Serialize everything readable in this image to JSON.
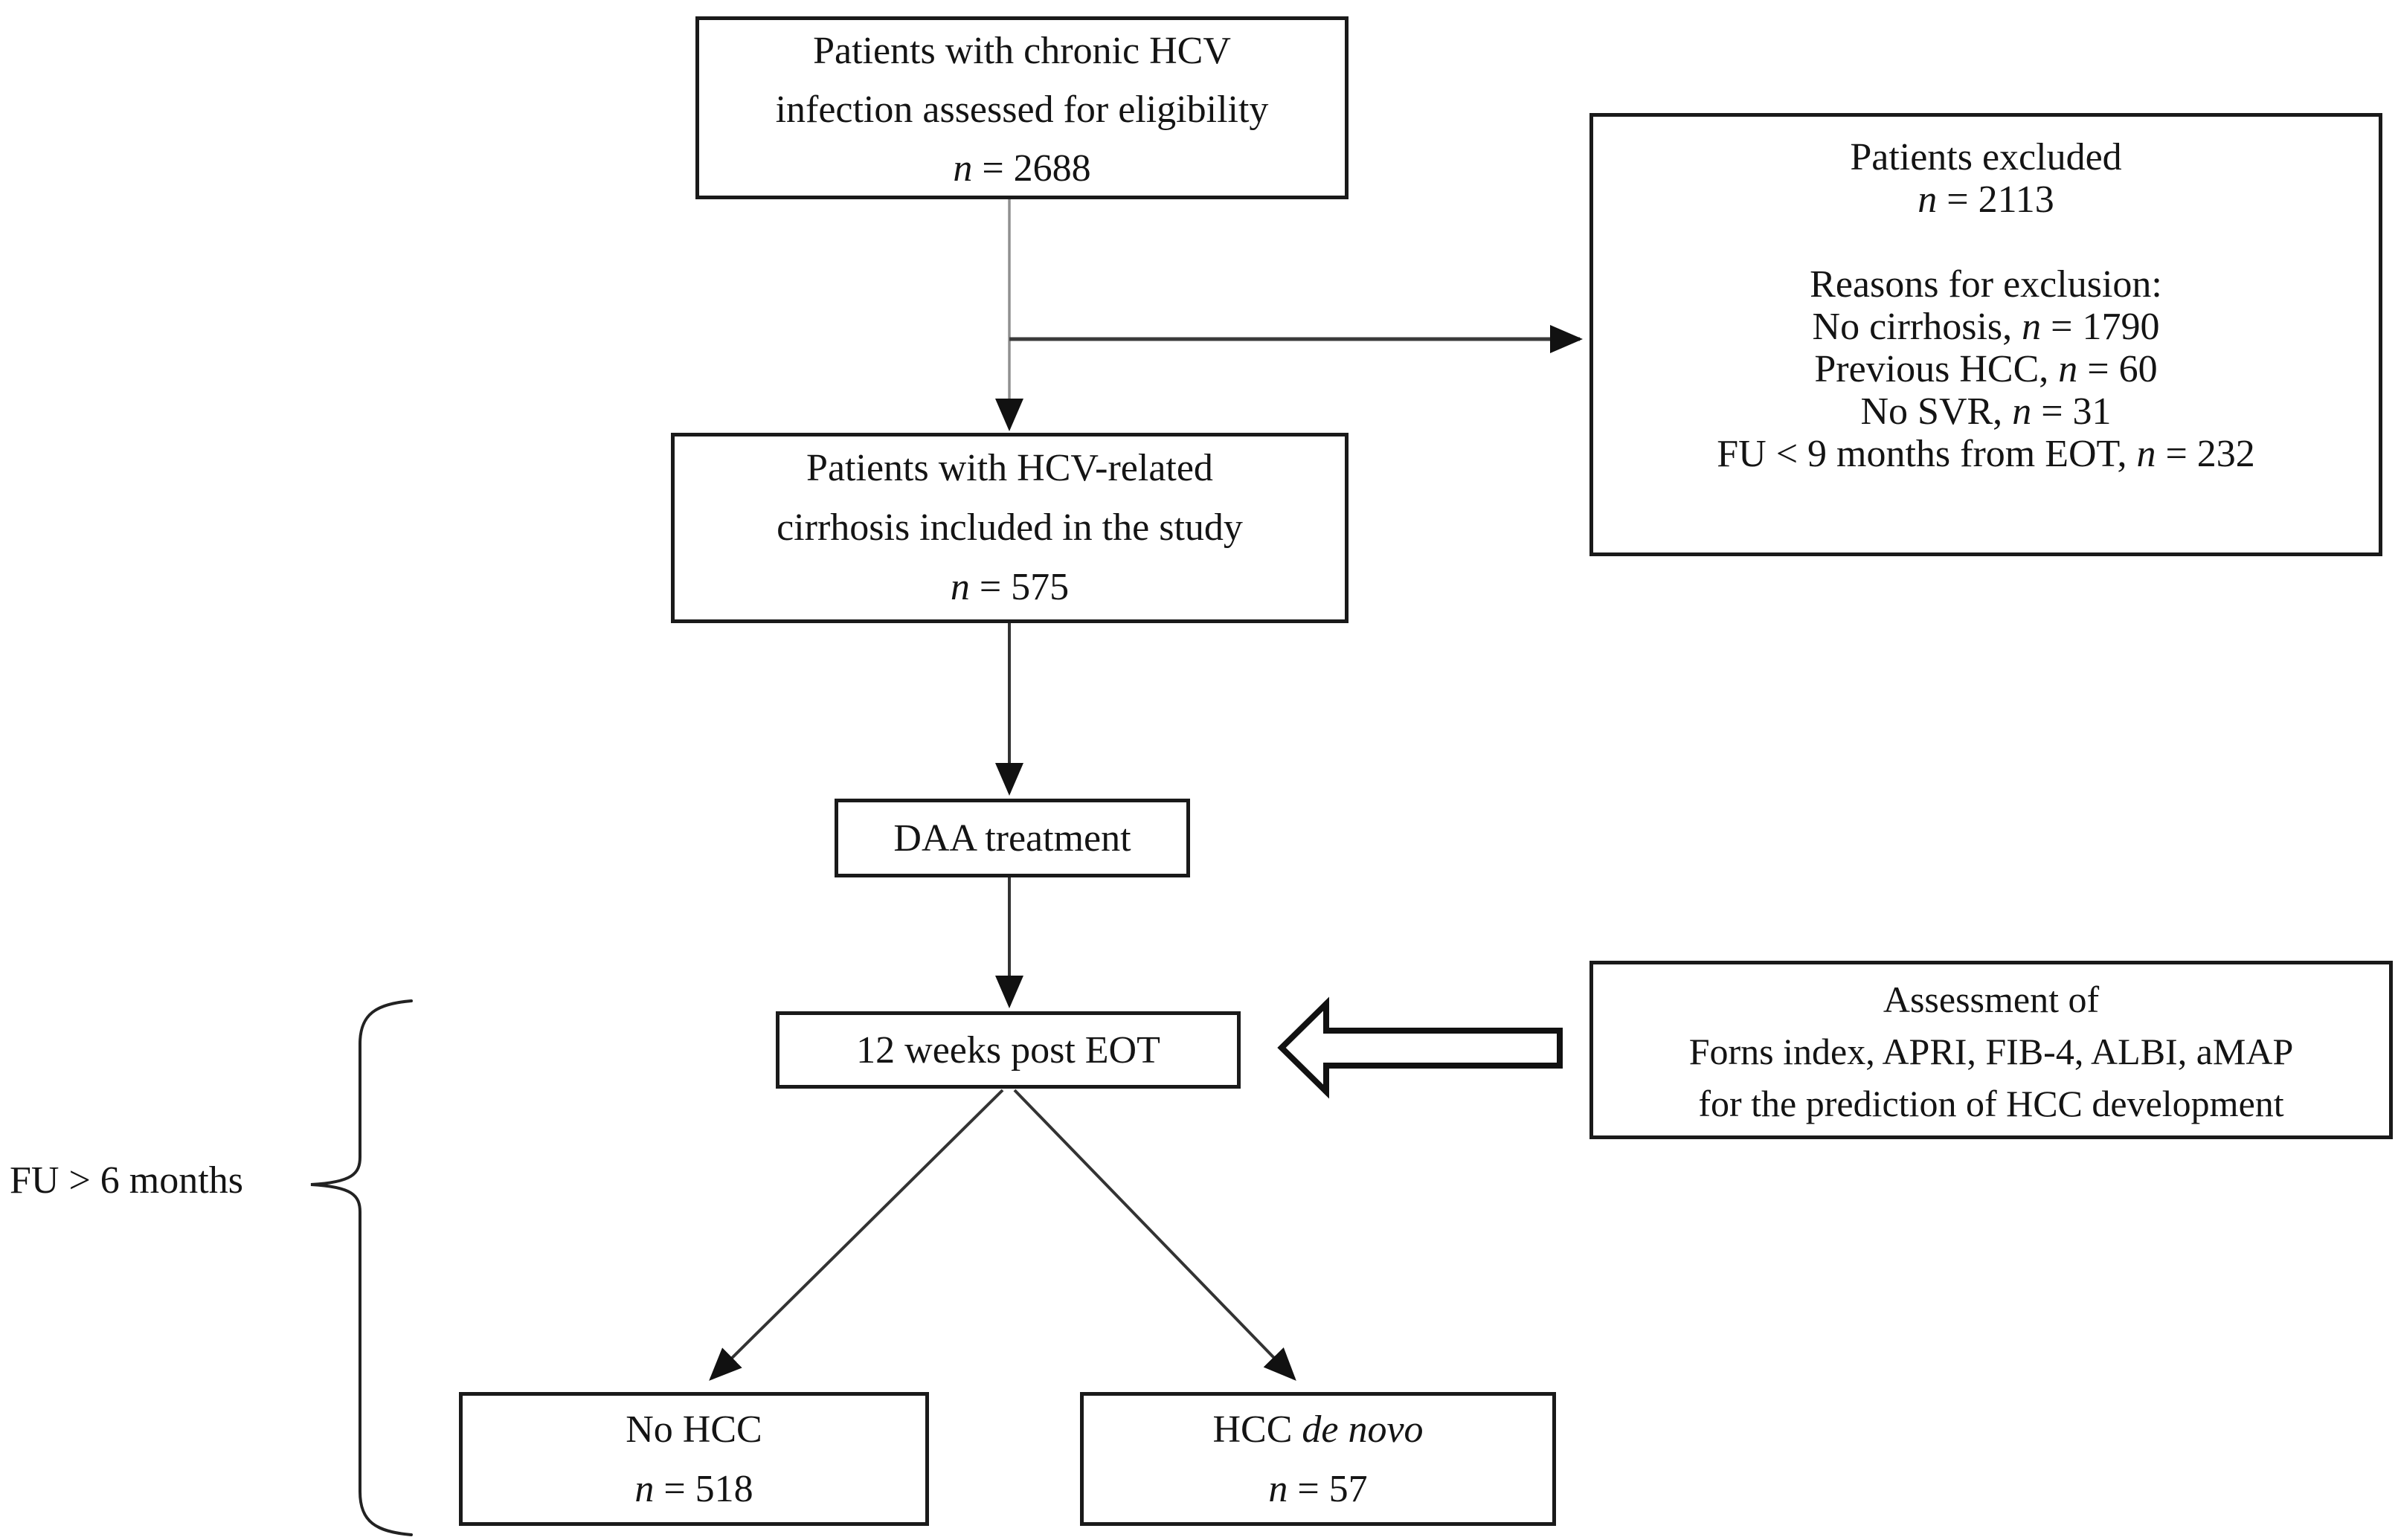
{
  "figure": {
    "type": "patient-flow-diagram",
    "boxes": {
      "eligibility": {
        "line1": "Patients with chronic HCV",
        "line2": "infection assessed for eligibility",
        "n_italic": "n",
        "n_rest": " = 2688"
      },
      "excluded": {
        "title": "Patients excluded",
        "n_italic": "n",
        "n_rest": " = 2113",
        "reasons_heading": "Reasons for exclusion:",
        "reasons": [
          {
            "pre": "No cirrhosis, ",
            "n": "n",
            "rest": " = 1790"
          },
          {
            "pre": "Previous HCC, ",
            "n": "n",
            "rest": " = 60"
          },
          {
            "pre": "No SVR, ",
            "n": "n",
            "rest": " = 31"
          },
          {
            "pre": "FU < 9 months from EOT, ",
            "n": "n",
            "rest": " = 232"
          }
        ]
      },
      "included": {
        "line1": "Patients with HCV-related",
        "line2": "cirrhosis included in the study",
        "n_italic": "n",
        "n_rest": " = 575"
      },
      "daa": {
        "label": "DAA treatment"
      },
      "twelve_weeks": {
        "label": "12 weeks post EOT"
      },
      "assessment": {
        "line1": "Assessment of",
        "line2": "Forns index, APRI, FIB-4, ALBI, aMAP",
        "line3": "for the prediction of HCC development"
      },
      "no_hcc": {
        "title": "No HCC",
        "n_italic": "n",
        "n_rest": " = 518"
      },
      "hcc_de_novo": {
        "title_pre": "HCC ",
        "title_italic": "de novo",
        "n_italic": "n",
        "n_rest": " = 57"
      }
    },
    "labels": {
      "fu": "FU > 6 months"
    },
    "colors": {
      "background": "#ffffff",
      "box_border": "#1a1a1a",
      "text": "#141414",
      "connector": "#3a3a3a",
      "connector_light": "#909090"
    }
  }
}
